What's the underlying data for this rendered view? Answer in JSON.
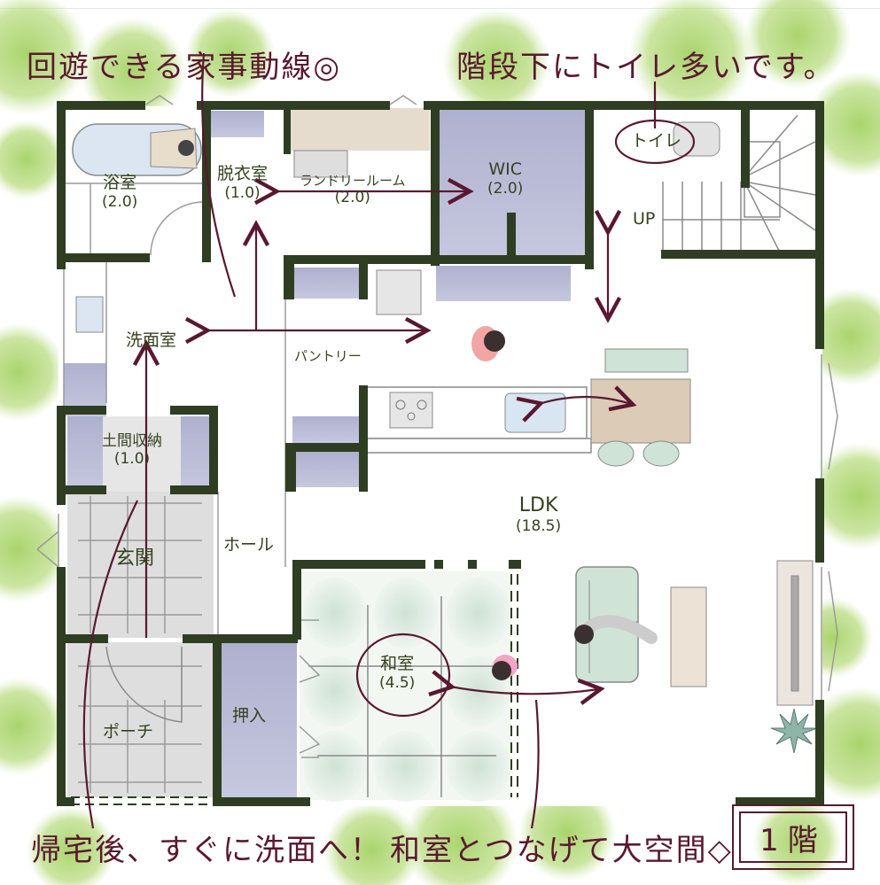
{
  "captions": {
    "top_left": "回遊できる家事動線◎",
    "top_right": "階段下にトイレ多いです。",
    "bottom_left": "帰宅後、すぐに洗面へ！",
    "bottom_right": "和室とつなげて大空間◇"
  },
  "floor_badge": "1階",
  "rooms": {
    "bath": {
      "name": "浴室",
      "area": "(2.0)"
    },
    "dressing": {
      "name": "脱衣室",
      "area": "(1.0)"
    },
    "laundry": {
      "name": "ランドリールーム",
      "area": "(2.0)"
    },
    "wic": {
      "name": "WIC",
      "area": "(2.0)"
    },
    "toilet": {
      "name": "トイレ"
    },
    "stairs": {
      "name": "UP"
    },
    "washroom": {
      "name": "洗面室"
    },
    "pantry": {
      "name": "パントリー"
    },
    "doma_storage": {
      "name": "土間収納",
      "area": "(1.0)"
    },
    "entrance": {
      "name": "玄関"
    },
    "hall": {
      "name": "ホール"
    },
    "ldk": {
      "name": "LDK",
      "area": "(18.5)"
    },
    "washitsu": {
      "name": "和室",
      "area": "(4.5)"
    },
    "oshiire": {
      "name": "押入"
    },
    "porch": {
      "name": "ポーチ"
    }
  },
  "colors": {
    "wall": "#2f3d22",
    "accent_arrow": "#5a1830",
    "storage_fill": "#b9bbd6",
    "tile_fill": "#dcdcdc",
    "tatami_fill": "#d7e6dc",
    "sofa_fill": "#cfe3d6",
    "table_fill": "#dccbb6",
    "greenery": "#a7d36b"
  }
}
